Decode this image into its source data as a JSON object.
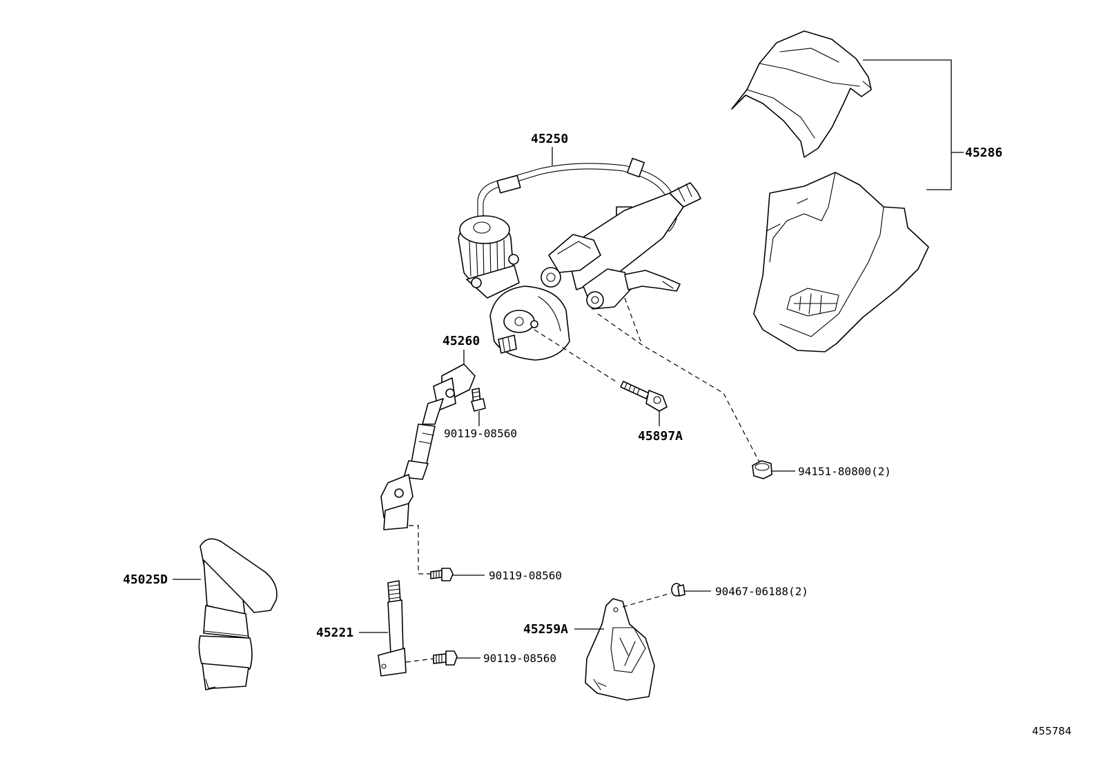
{
  "diagram": {
    "figure_code": "455784",
    "labels": {
      "steering_column": "45250",
      "column_cover": "45286",
      "intermediate_shaft": "45260",
      "bolt_upper": "90119-08560",
      "bolt_45897": "45897A",
      "nut": "94151-80800(2)",
      "bolt_middle": "90119-08560",
      "boot": "45025D",
      "shaft_lower": "45221",
      "bolt_lower": "90119-08560",
      "bracket": "45259A",
      "clip": "90467-06188(2)"
    }
  }
}
